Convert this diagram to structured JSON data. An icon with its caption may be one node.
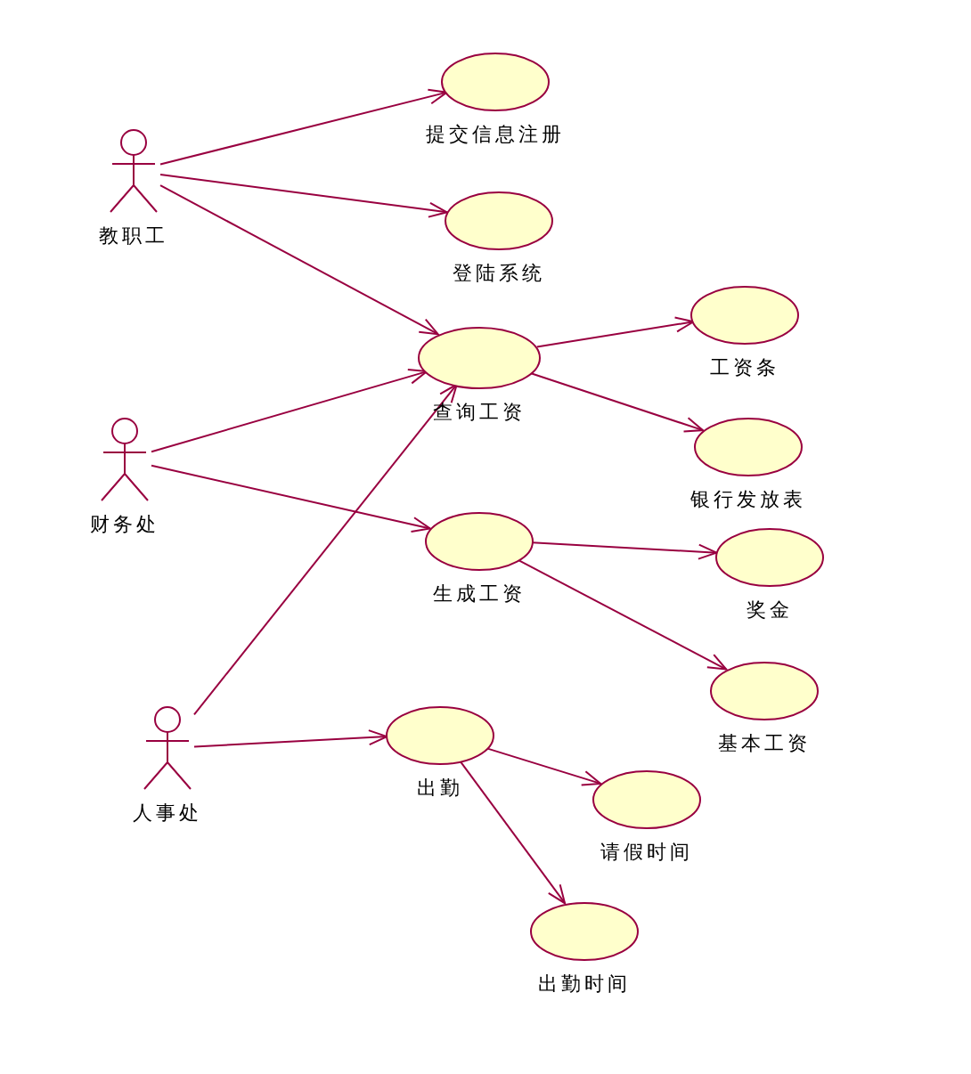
{
  "diagram": {
    "nodes": [
      {
        "text": [
          "教职工"
        ]
      },
      {
        "text": [
          "财务处"
        ]
      },
      {
        "text": [
          "人事处"
        ]
      },
      {
        "text": [
          "提交信息注册"
        ]
      },
      {
        "text": [
          "登陆系统"
        ]
      },
      {
        "text": [
          "查询工资"
        ]
      },
      {
        "text": [
          "工资条"
        ]
      },
      {
        "text": [
          "银行发放表"
        ]
      },
      {
        "text": [
          "生成工资"
        ]
      },
      {
        "text": [
          "奖金"
        ]
      },
      {
        "text": [
          "基本工资"
        ]
      },
      {
        "text": [
          "出勤"
        ]
      },
      {
        "text": [
          "请假时间"
        ]
      },
      {
        "text": [
          "出勤时间"
        ]
      }
    ],
    "edges": [
      {
        "from": 0,
        "to": 3,
        "arrow": "to"
      },
      {
        "from": 0,
        "to": 4,
        "arrow": "to"
      },
      {
        "from": 0,
        "to": 5,
        "arrow": "to"
      },
      {
        "from": 1,
        "to": 5,
        "arrow": "to"
      },
      {
        "from": 1,
        "to": 8,
        "arrow": "to"
      },
      {
        "from": 2,
        "to": 5,
        "arrow": "to"
      },
      {
        "from": 2,
        "to": 11,
        "arrow": "to"
      },
      {
        "from": 5,
        "to": 6,
        "arrow": "to"
      },
      {
        "from": 5,
        "to": 7,
        "arrow": "to"
      },
      {
        "from": 8,
        "to": 9,
        "arrow": "to"
      },
      {
        "from": 8,
        "to": 10,
        "arrow": "to"
      },
      {
        "from": 11,
        "to": 12,
        "arrow": "to"
      },
      {
        "from": 11,
        "to": 13,
        "arrow": "to"
      }
    ]
  }
}
